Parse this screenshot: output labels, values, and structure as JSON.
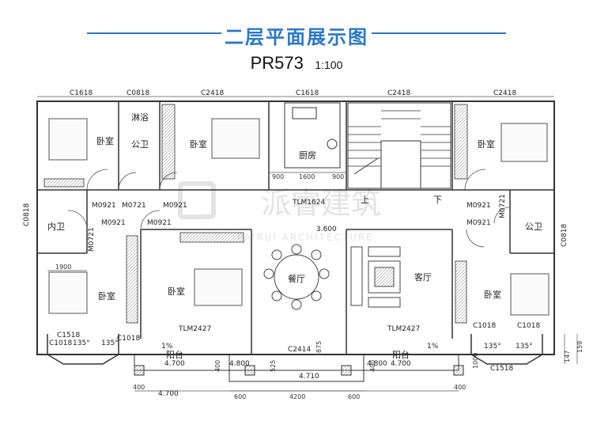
{
  "header": {
    "title": "二层平面展示图",
    "plan_code": "PR573",
    "scale": "1:100"
  },
  "watermark": {
    "brand": "派睿建筑",
    "latin": "PAIRUI ARCHITECTURE"
  },
  "rooms": {
    "bedroom": "卧室",
    "shower": "淋浴",
    "public_bath": "公卫",
    "kitchen": "厨房",
    "private_bath": "内卫",
    "dining": "餐厅",
    "living": "客厅",
    "balcony": "阳台",
    "stair_up": "上",
    "stair_down": "下"
  },
  "windows": {
    "c1618": "C1618",
    "c0818": "C0818",
    "c2418": "C2418",
    "c1518": "C1518",
    "c1018": "C1018",
    "c2414": "C2414",
    "tlm1624": "TLM1624",
    "tlm2427": "TLM2427"
  },
  "doors": {
    "m0921": "M0921",
    "m0721": "M0721"
  },
  "dims": {
    "d900": "900",
    "d1600": "1600",
    "d1900": "1900",
    "d400": "400",
    "d600": "600",
    "d4200": "4200",
    "d525": "525",
    "d875": "875",
    "d1000": "1000",
    "d147": "147",
    "d159": "159",
    "d600b": "600"
  },
  "levels": {
    "l3600": "3.600",
    "l4700": "4.700",
    "l4800": "4.800",
    "l4710": "4.710"
  },
  "misc": {
    "slope": "1%",
    "angle": "135°"
  }
}
